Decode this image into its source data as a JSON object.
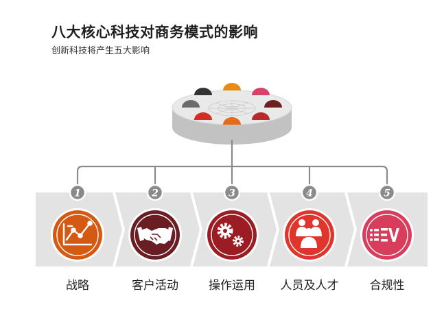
{
  "title": "八大核心科技对商务模式的影响",
  "subtitle": "创新科技将产生五大影响",
  "hub": {
    "dot_colors": [
      "#333333",
      "#e98a12",
      "#d9416a",
      "#6b2020",
      "#b8282c",
      "#e56a1c",
      "#d42e22",
      "#6c6c6c"
    ]
  },
  "items": [
    {
      "number": "1",
      "label": "战略",
      "icon": "chart-icon",
      "color": "#d45a13"
    },
    {
      "number": "2",
      "label": "客户活动",
      "icon": "handshake-icon",
      "color": "#6a1d23"
    },
    {
      "number": "3",
      "label": "操作运用",
      "icon": "gears-icon",
      "color": "#9b1d23"
    },
    {
      "number": "4",
      "label": "人员及人才",
      "icon": "people-icon",
      "color": "#e0352c"
    },
    {
      "number": "5",
      "label": "合规性",
      "icon": "list-icon",
      "color": "#d83d5c"
    }
  ]
}
